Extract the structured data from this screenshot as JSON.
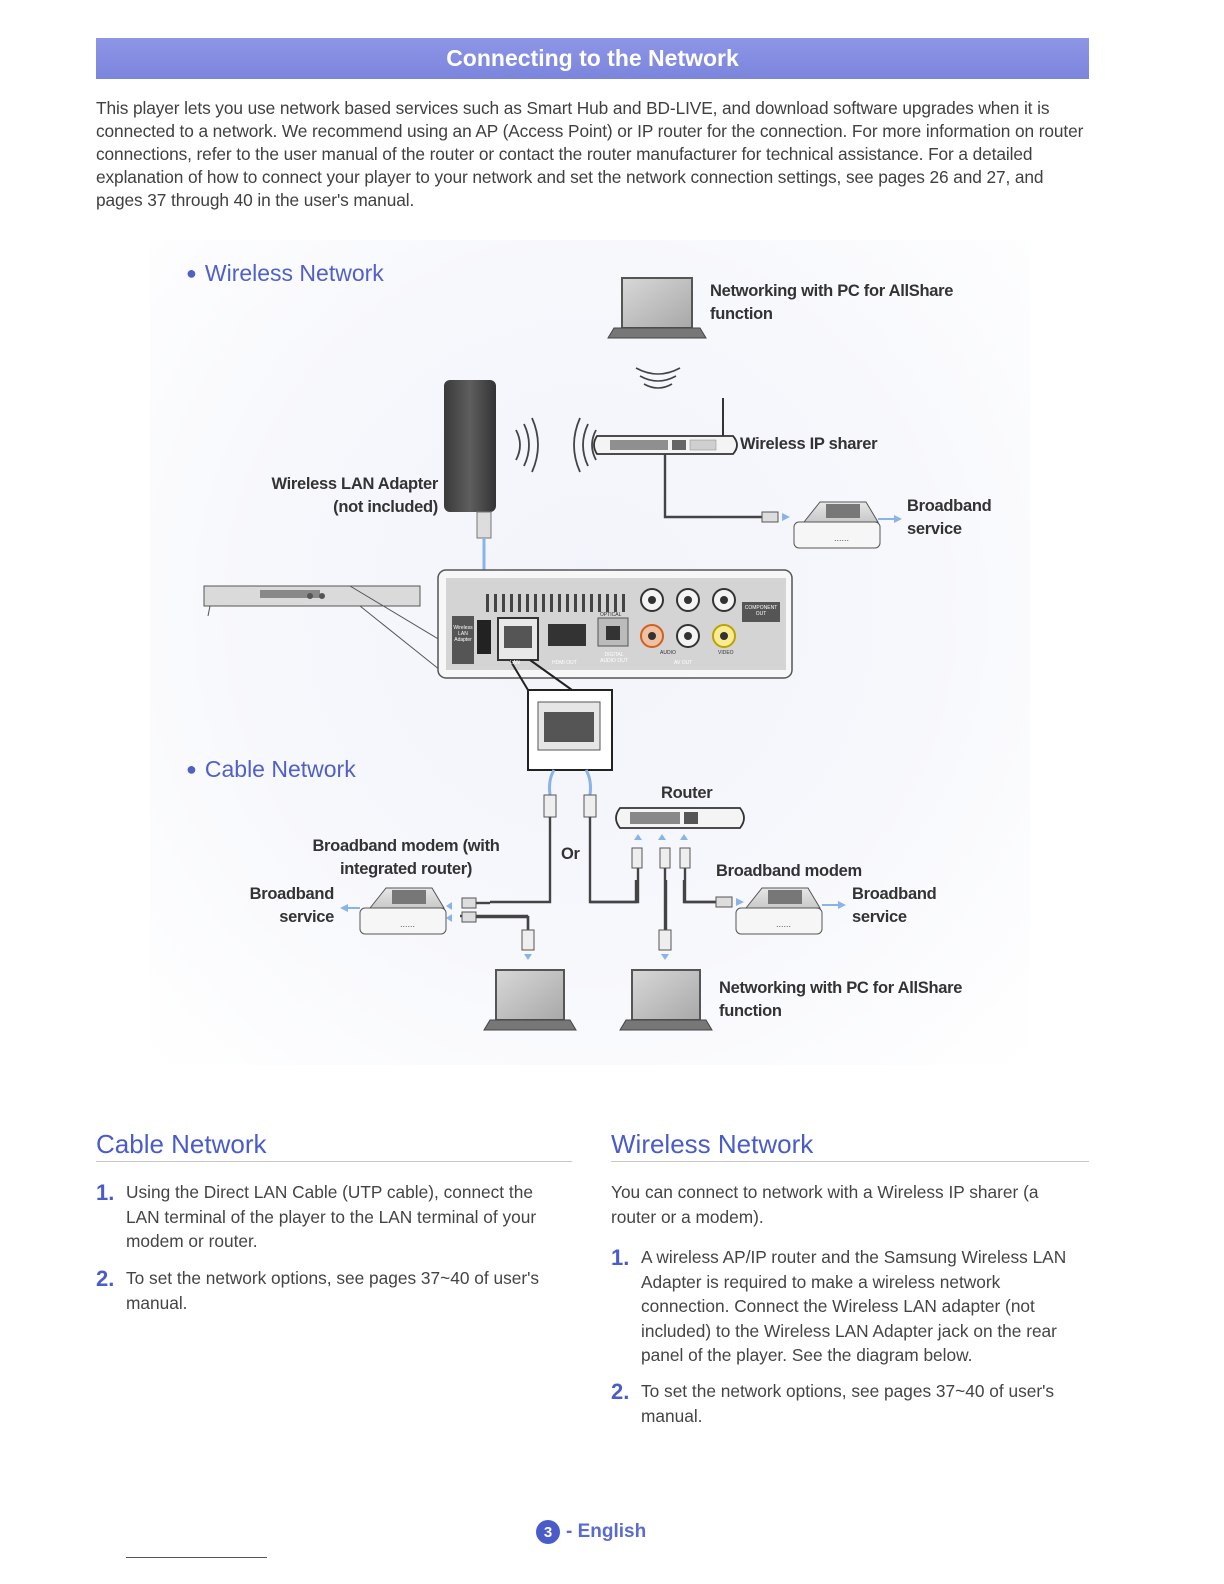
{
  "header": {
    "title": "Connecting to the Network"
  },
  "intro": "This player lets you use network based services such as Smart Hub and BD-LIVE, and download software upgrades when it is connected to a network. We recommend using an AP (Access Point) or IP router for the connection. For more information on router connections, refer to the user manual of the router or contact the router manufacturer for technical assistance. For a detailed explanation of how to connect your player to your network and set the network connection settings, see pages 26 and 27, and pages 37 through 40 in the user's manual.",
  "diagram": {
    "wireless_heading": "Wireless Network",
    "cable_heading": "Cable Network",
    "pc_label_top": [
      "Networking with PC for AllShare",
      "function"
    ],
    "wireless_ip_sharer": "Wireless IP sharer",
    "wireless_lan_adapter": [
      "Wireless LAN Adapter",
      "(not included)"
    ],
    "broadband_service_top": [
      "Broadband",
      "service"
    ],
    "router": "Router",
    "or": "Or",
    "broadband_modem_router": [
      "Broadband modem (with",
      "integrated router)"
    ],
    "broadband_service_left": [
      "Broadband",
      "service"
    ],
    "broadband_modem": "Broadband modem",
    "broadband_service_right": [
      "Broadband",
      "service"
    ],
    "pc_label_bottom": [
      "Networking with PC for AllShare",
      "function"
    ],
    "panel": {
      "wireless_lan_adapter": "Wireless LAN Adapter",
      "lan": "LAN",
      "hdmi_out": "HDMI OUT",
      "optical": "OPTICAL",
      "digital_audio_out": "DIGITAL AUDIO OUT",
      "component_out": "COMPONENT OUT",
      "av_out": "AV OUT",
      "audio": "AUDIO",
      "video": "VIDEO"
    }
  },
  "cable_section": {
    "title": "Cable Network",
    "steps": [
      {
        "num": "1.",
        "text": "Using the Direct LAN Cable (UTP cable), connect the LAN terminal of the player to the LAN terminal of your modem or router."
      },
      {
        "num": "2.",
        "text": "To set the network options, see pages 37~40 of user's manual."
      }
    ]
  },
  "wireless_section": {
    "title": "Wireless Network",
    "intro": "You can connect to network with a Wireless IP sharer (a router or a modem).",
    "steps": [
      {
        "num": "1.",
        "text": "A wireless AP/IP router and the Samsung Wireless LAN Adapter is required to make a wireless network connection. Connect the Wireless LAN adapter (not included) to the Wireless LAN Adapter jack on the rear panel of the player. See the diagram below."
      },
      {
        "num": "2.",
        "text": "To set the network options, see pages 37~40 of user's manual."
      }
    ]
  },
  "footer": {
    "page_number": "3",
    "language": "- English"
  },
  "colors": {
    "accent": "#4a5cc9",
    "banner": "#8089e0",
    "cable_blue": "#8ab4e8"
  }
}
